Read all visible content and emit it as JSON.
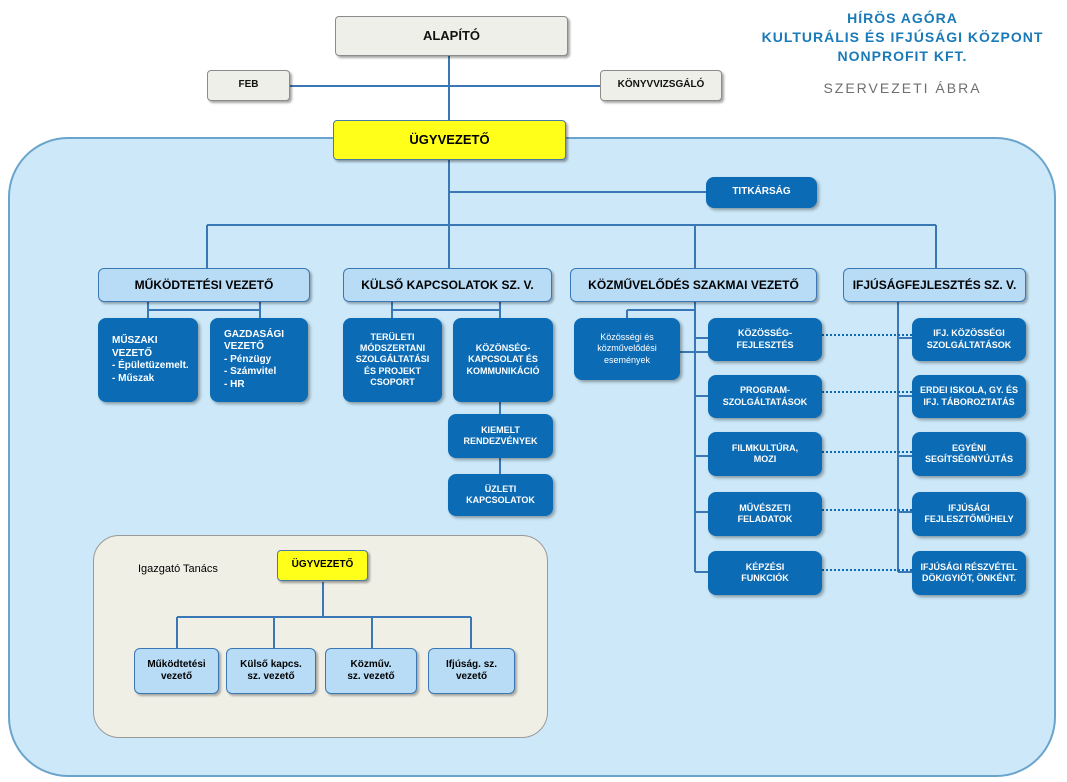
{
  "header": {
    "title_lines": [
      "HÍRÖS AGÓRA",
      "KULTURÁLIS ÉS IFJÚSÁGI KÖZPONT",
      "NONPROFIT KFT."
    ],
    "subtitle": "SZERVEZETI ÁBRA"
  },
  "colors": {
    "accent": "#1a7ab8",
    "dark_box": "#0c6bb5",
    "light_box": "#b8dcf6",
    "highlight": "#ffff1a",
    "background_panel": "#cde9f9"
  },
  "top": {
    "founder": "ALAPÍTÓ",
    "supervisory": "FEB",
    "auditor": "KÖNYVVIZSGÁLÓ",
    "ceo": "ÜGYVEZETŐ",
    "secretariat": "TITKÁRSÁG"
  },
  "heads": {
    "operations": "MŰKÖDTETÉSI VEZETŐ",
    "external": "KÜLSŐ KAPCSOLATOK SZ. V.",
    "culture": "KÖZMŰVELŐDÉS SZAKMAI VEZETŐ",
    "youth": "IFJÚSÁGFEJLESZTÉS SZ. V."
  },
  "operations_units": {
    "technical": "MŰSZAKI\nVEZETŐ\n- Épületüzemelt.\n- Műszak",
    "finance": "GAZDASÁGI\nVEZETŐ\n- Pénzügy\n- Számvitel\n- HR"
  },
  "external_units": {
    "regional": "TERÜLETI\nMÓDSZERTANI\nSZOLGÁLTATÁSI\nÉS PROJEKT\nCSOPORT",
    "pr": "KÖZÖNSÉG-\nKAPCSOLAT ÉS\nKOMMUNIKÁCIÓ",
    "events": "KIEMELT\nRENDEZVÉNYEK",
    "business": "ÜZLETI\nKAPCSOLATOK"
  },
  "culture_units": {
    "community_events": "Közösségi és\nközművelődési\nesemények",
    "community_dev": "KÖZÖSSÉG-\nFEJLESZTÉS",
    "program": "PROGRAM-\nSZOLGÁLTATÁSOK",
    "film": "FILMKULTÚRA,\nMOZI",
    "arts": "MŰVÉSZETI\nFELADATOK",
    "training": "KÉPZÉSI\nFUNKCIÓK"
  },
  "youth_units": {
    "community": "IFJ. KÖZÖSSÉGI\nSZOLGÁLTATÁSOK",
    "camp": "ERDEI ISKOLA, GY. ÉS\nIFJ. TÁBOROZTATÁS",
    "counsel": "EGYÉNI\nSEGÍTSÉGNYÚJTÁS",
    "workshop": "IFJÚSÁGI\nFEJLESZTŐMŰHELY",
    "participation": "IFJÚSÁGI RÉSZVÉTEL\nDÖK/GYIÖT, ÖNKÉNT."
  },
  "board": {
    "label": "Igazgató Tanács",
    "ceo": "ÜGYVEZETŐ",
    "members": [
      "Működtetési\nvezető",
      "Külső kapcs.\nsz. vezető",
      "Közműv.\nsz. vezető",
      "Ifjúság. sz.\nvezető"
    ]
  }
}
